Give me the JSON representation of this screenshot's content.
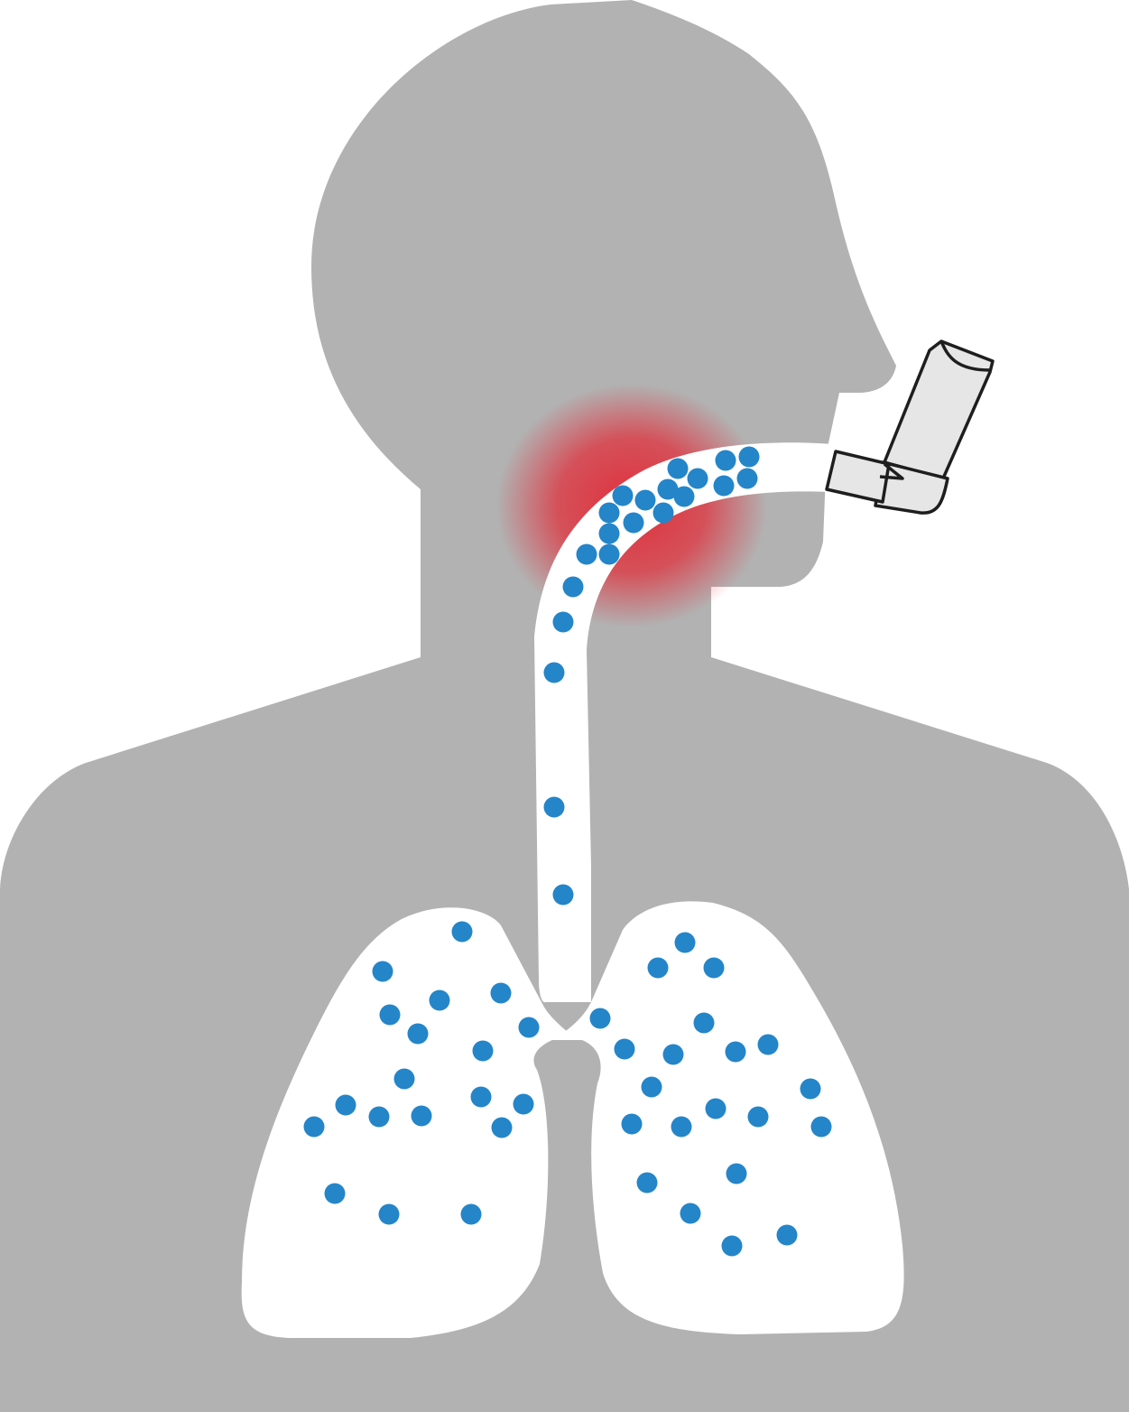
{
  "diagram": {
    "colors": {
      "background": "#ffffff",
      "silhouette": "#b2b2b2",
      "airway": "#ffffff",
      "lungs": "#ffffff",
      "particles": "#2485c9",
      "irritation": "#e0303c",
      "inhaler_body": "#e6e6e6",
      "inhaler_outline": "#1e1e1e"
    },
    "elements": [
      {
        "name": "human-silhouette",
        "kind": "shape"
      },
      {
        "name": "airway-tube",
        "kind": "shape"
      },
      {
        "name": "left-lung",
        "kind": "shape"
      },
      {
        "name": "right-lung",
        "kind": "shape"
      },
      {
        "name": "throat-irritation-glow",
        "kind": "highlight"
      },
      {
        "name": "inhaler-icon",
        "kind": "icon"
      },
      {
        "name": "medication-particles",
        "kind": "markers"
      }
    ]
  }
}
